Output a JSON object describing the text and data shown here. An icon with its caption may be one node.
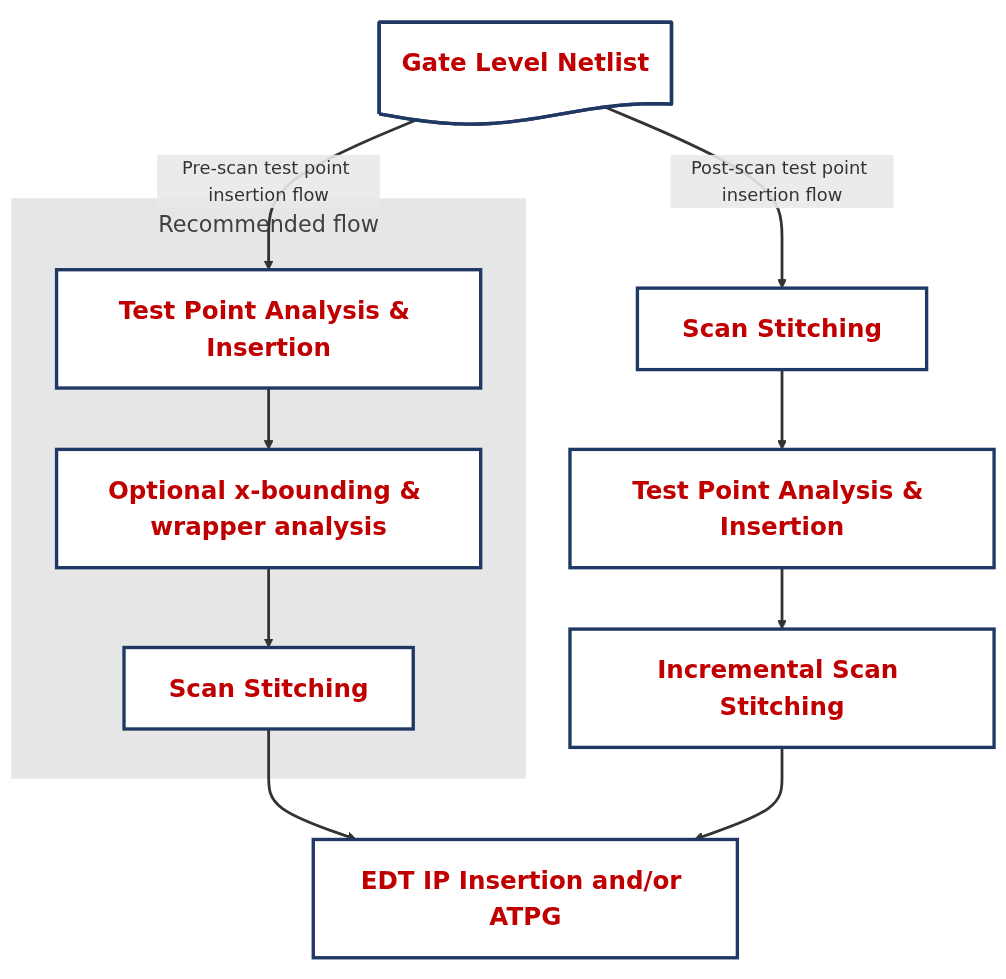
{
  "diagram": {
    "nodes": [
      {
        "text": [
          "Gate Level Netlist"
        ]
      },
      {
        "text": [
          "Recommended flow"
        ]
      },
      {
        "text": [
          "Test Point Analysis & Insertion"
        ],
        "in": 1
      },
      {
        "text": [
          "Optional x-bounding & wrapper analysis"
        ],
        "in": 1
      },
      {
        "text": [
          "Scan Stitching"
        ],
        "in": 1
      },
      {
        "text": [
          "Scan Stitching"
        ]
      },
      {
        "text": [
          "Test Point Analysis & Insertion"
        ]
      },
      {
        "text": [
          "Incremental Scan Stitching"
        ]
      },
      {
        "text": [
          "EDT IP Insertion and/or ATPG"
        ]
      }
    ],
    "edges": [
      {
        "from": 0,
        "to": 2,
        "arrow": "to",
        "label": "Pre-scan test point insertion flow"
      },
      {
        "from": 0,
        "to": 5,
        "arrow": "to",
        "label": "Post-scan test point insertion flow"
      },
      {
        "from": 2,
        "to": 3,
        "arrow": "to"
      },
      {
        "from": 3,
        "to": 4,
        "arrow": "to"
      },
      {
        "from": 5,
        "to": 6,
        "arrow": "to"
      },
      {
        "from": 6,
        "to": 7,
        "arrow": "to"
      },
      {
        "from": 4,
        "to": 8,
        "arrow": "to"
      },
      {
        "from": 7,
        "to": 8,
        "arrow": "to"
      }
    ]
  }
}
